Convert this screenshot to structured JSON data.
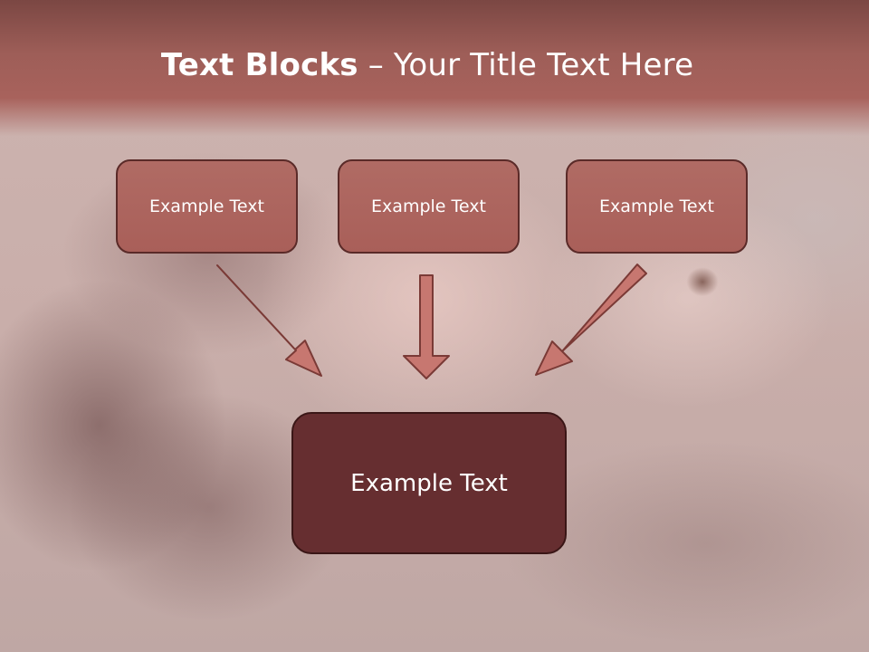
{
  "slide": {
    "title_bold": "Text Blocks",
    "title_rest": " – Your Title Text Here"
  },
  "diagram": {
    "top_boxes": [
      {
        "label": "Example Text"
      },
      {
        "label": "Example Text"
      },
      {
        "label": "Example Text"
      }
    ],
    "bottom_box": {
      "label": "Example Text"
    }
  },
  "colors": {
    "header": "#a8625c",
    "box_fill": "#ad655e",
    "box_border": "#5a2a28",
    "main_box_fill": "#662e30",
    "arrow_fill": "#c77770",
    "arrow_stroke": "#7a3a36"
  }
}
